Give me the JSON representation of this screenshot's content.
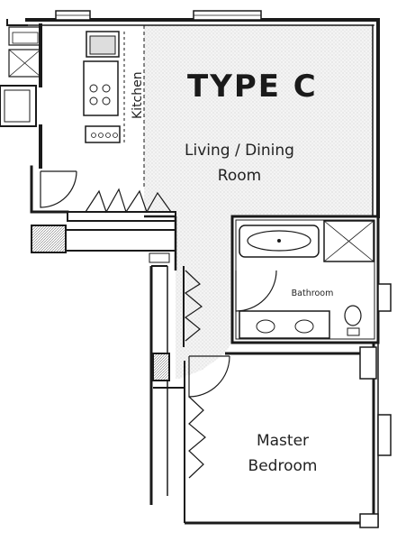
{
  "title": "TYPE C",
  "rooms": {
    "kitchen": "Kitchen",
    "living_line1": "Living / Dining",
    "living_line2": "Room",
    "bathroom": "Bathroom",
    "bedroom_line1": "Master",
    "bedroom_line2": "Bedroom"
  },
  "colors": {
    "wall": "#1a1a1a",
    "stipple": "#c8c8c8",
    "fixture": "#333333"
  }
}
